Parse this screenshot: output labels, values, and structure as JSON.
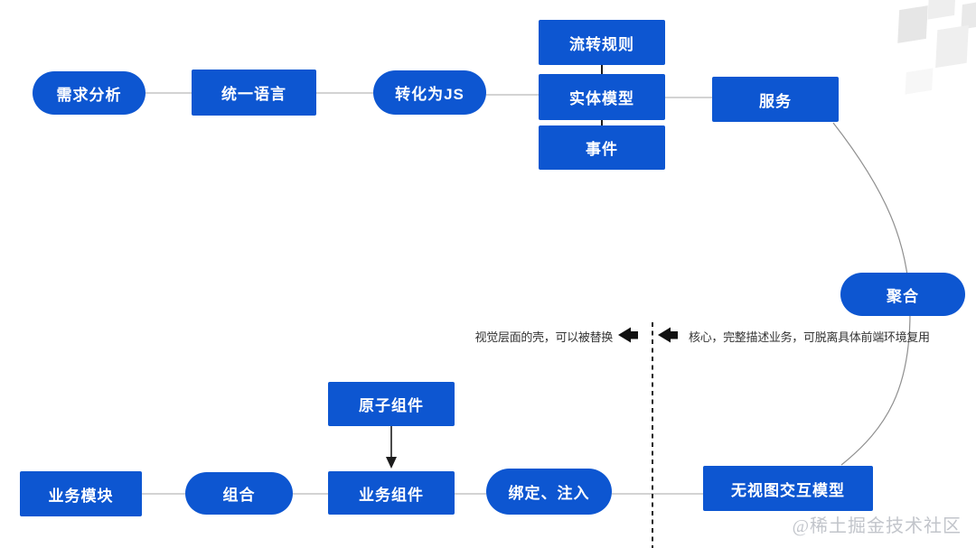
{
  "diagram": {
    "title": "",
    "nodes": [
      {
        "id": "requirement-analysis",
        "label": "需求分析",
        "shape": "pill"
      },
      {
        "id": "unified-language",
        "label": "统一语言",
        "shape": "rect"
      },
      {
        "id": "convert-to-js",
        "label": "转化为JS",
        "shape": "pill"
      },
      {
        "id": "flow-rules",
        "label": "流转规则",
        "shape": "rect"
      },
      {
        "id": "entity-model",
        "label": "实体模型",
        "shape": "rect"
      },
      {
        "id": "event",
        "label": "事件",
        "shape": "rect"
      },
      {
        "id": "service",
        "label": "服务",
        "shape": "rect"
      },
      {
        "id": "aggregate",
        "label": "聚合",
        "shape": "pill"
      },
      {
        "id": "business-module",
        "label": "业务模块",
        "shape": "rect"
      },
      {
        "id": "compose",
        "label": "组合",
        "shape": "pill"
      },
      {
        "id": "atomic-component",
        "label": "原子组件",
        "shape": "rect"
      },
      {
        "id": "business-component",
        "label": "业务组件",
        "shape": "rect"
      },
      {
        "id": "bind-inject",
        "label": "绑定、注入",
        "shape": "pill"
      },
      {
        "id": "viewless-interaction-model",
        "label": "无视图交互模型",
        "shape": "rect"
      }
    ],
    "edges": [
      {
        "from": "requirement-analysis",
        "to": "unified-language",
        "style": "line"
      },
      {
        "from": "unified-language",
        "to": "convert-to-js",
        "style": "line"
      },
      {
        "from": "convert-to-js",
        "to": "entity-model",
        "style": "line"
      },
      {
        "from": "flow-rules",
        "to": "entity-model",
        "style": "line"
      },
      {
        "from": "entity-model",
        "to": "event",
        "style": "line"
      },
      {
        "from": "entity-model",
        "to": "service",
        "style": "line"
      },
      {
        "from": "service",
        "to": "aggregate",
        "style": "curve"
      },
      {
        "from": "aggregate",
        "to": "viewless-interaction-model",
        "style": "curve"
      },
      {
        "from": "business-module",
        "to": "compose",
        "style": "line"
      },
      {
        "from": "compose",
        "to": "business-component",
        "style": "line"
      },
      {
        "from": "atomic-component",
        "to": "business-component",
        "style": "arrow"
      },
      {
        "from": "business-component",
        "to": "bind-inject",
        "style": "line"
      },
      {
        "from": "bind-inject",
        "to": "viewless-interaction-model",
        "style": "line"
      }
    ],
    "annotations": {
      "left": "视觉层面的壳，可以被替换",
      "right": "核心，完整描述业务，可脱离具体前端环境复用"
    },
    "watermark": "@稀土掘金技术社区",
    "colors": {
      "node_fill": "#0d56d1",
      "node_text": "#ffffff",
      "connector": "#b9b9b9",
      "annotation_text": "#333333",
      "watermark_text": "#c2c5cb"
    }
  }
}
